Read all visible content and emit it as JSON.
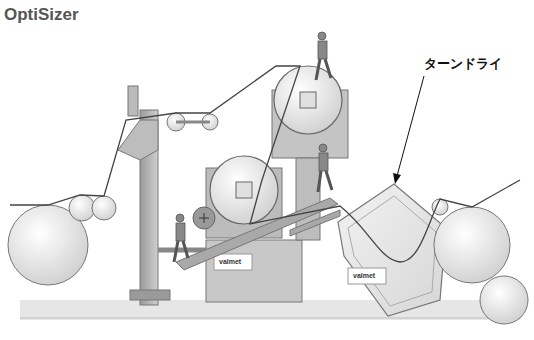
{
  "diagram": {
    "title": "OptiSizer",
    "labels": [
      "ターンドライ",
      "valmet",
      "valmet"
    ]
  }
}
